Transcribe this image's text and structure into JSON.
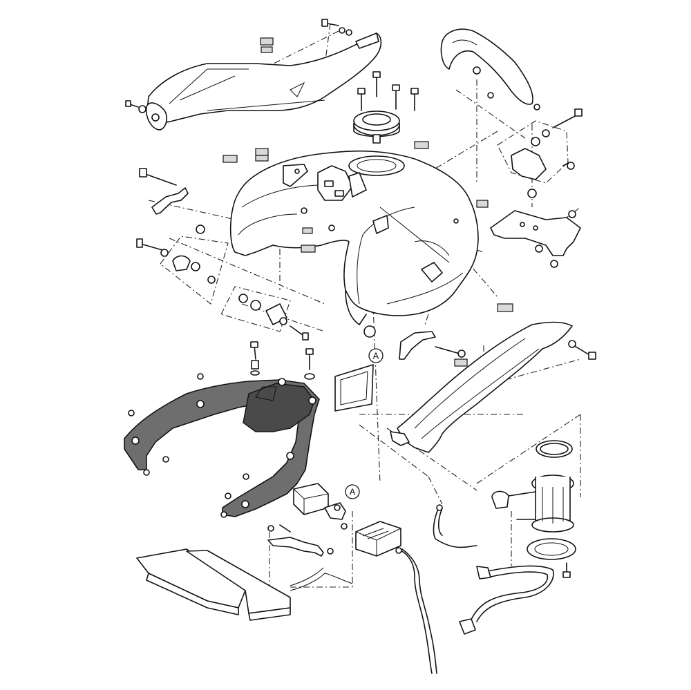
{
  "diagram": {
    "background": "#ffffff",
    "line_color": "#111111",
    "highlight_fill": "#6e6e6e",
    "callouts": [
      {
        "id": "callout-a-upper",
        "label": "A"
      },
      {
        "id": "callout-a-lower",
        "label": "A"
      }
    ]
  }
}
